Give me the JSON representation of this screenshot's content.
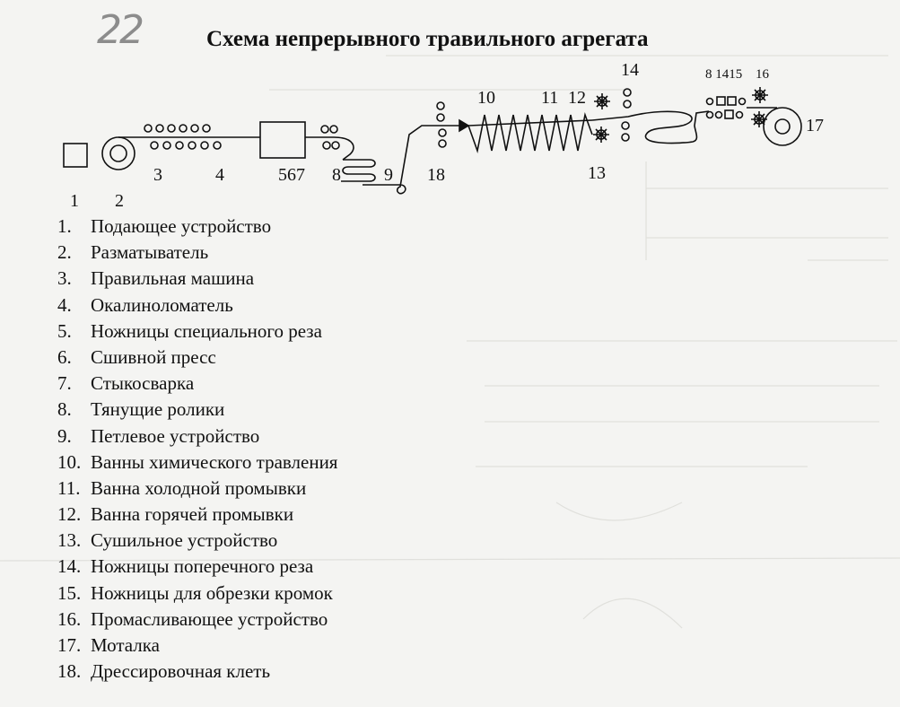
{
  "page_number": "22",
  "title": "Схема непрерывного травильного агрегата",
  "diagram_labels": {
    "n1": "1",
    "n2": "2",
    "n3": "3",
    "n4": "4",
    "n567": "567",
    "n8": "8",
    "n9": "9",
    "n18": "18",
    "n10": "10",
    "n11": "11",
    "n12": "12",
    "n13": "13",
    "n14": "14",
    "n8_1415": "8 1415",
    "n16": "16",
    "n17": "17"
  },
  "legend": [
    {
      "num": "1.",
      "text": "Подающее устройство"
    },
    {
      "num": "2.",
      "text": "Разматыватель"
    },
    {
      "num": "3.",
      "text": "Правильная машина"
    },
    {
      "num": "4.",
      "text": "Окалиноломатель"
    },
    {
      "num": "5.",
      "text": "Ножницы специального реза"
    },
    {
      "num": "6.",
      "text": "Сшивной пресс"
    },
    {
      "num": "7.",
      "text": "Стыкосварка"
    },
    {
      "num": "8.",
      "text": "Тянущие ролики"
    },
    {
      "num": "9.",
      "text": "Петлевое устройство"
    },
    {
      "num": "10.",
      "text": "Ванны химического травления"
    },
    {
      "num": "11.",
      "text": "Ванна холодной промывки"
    },
    {
      "num": "12.",
      "text": "Ванна горячей промывки"
    },
    {
      "num": "13.",
      "text": "Сушильное устройство"
    },
    {
      "num": "14.",
      "text": "Ножницы поперечного реза"
    },
    {
      "num": "15.",
      "text": "Ножницы для обрезки кромок"
    },
    {
      "num": "16.",
      "text": "Промасливающее устройство"
    },
    {
      "num": "17.",
      "text": "Моталка"
    },
    {
      "num": "18.",
      "text": "Дрессировочная клеть"
    }
  ]
}
